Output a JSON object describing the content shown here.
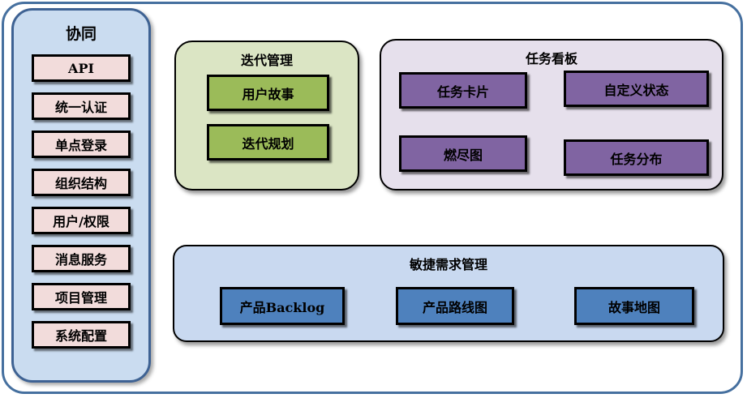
{
  "sidebar": {
    "title": "协同",
    "items": [
      "API",
      "统一认证",
      "单点登录",
      "组织结构",
      "用户/权限",
      "消息服务",
      "项目管理",
      "系统配置"
    ]
  },
  "panels": {
    "iteration": {
      "title": "迭代管理",
      "items": [
        "用户故事",
        "迭代规划"
      ]
    },
    "taskboard": {
      "title": "任务看板",
      "items": [
        "任务卡片",
        "自定义状态",
        "燃尽图",
        "任务分布"
      ]
    },
    "agile": {
      "title": "敏捷需求管理",
      "items": [
        "产品Backlog",
        "产品路线图",
        "故事地图"
      ]
    }
  },
  "colors": {
    "frame_border": "#46709F",
    "panel_border": "#000000",
    "sidebar_fill": "#CADCF0",
    "sidebar_border": "#3E6293",
    "sidebar_item_fill": "#F2DCDB",
    "iteration_panel_fill": "#DBE5C4",
    "iteration_item_fill": "#9BBB59",
    "taskboard_panel_fill": "#E6E0EC",
    "taskboard_item_fill": "#8064A2",
    "agile_panel_fill": "#C9D9F0",
    "agile_item_fill": "#4E81BD"
  }
}
